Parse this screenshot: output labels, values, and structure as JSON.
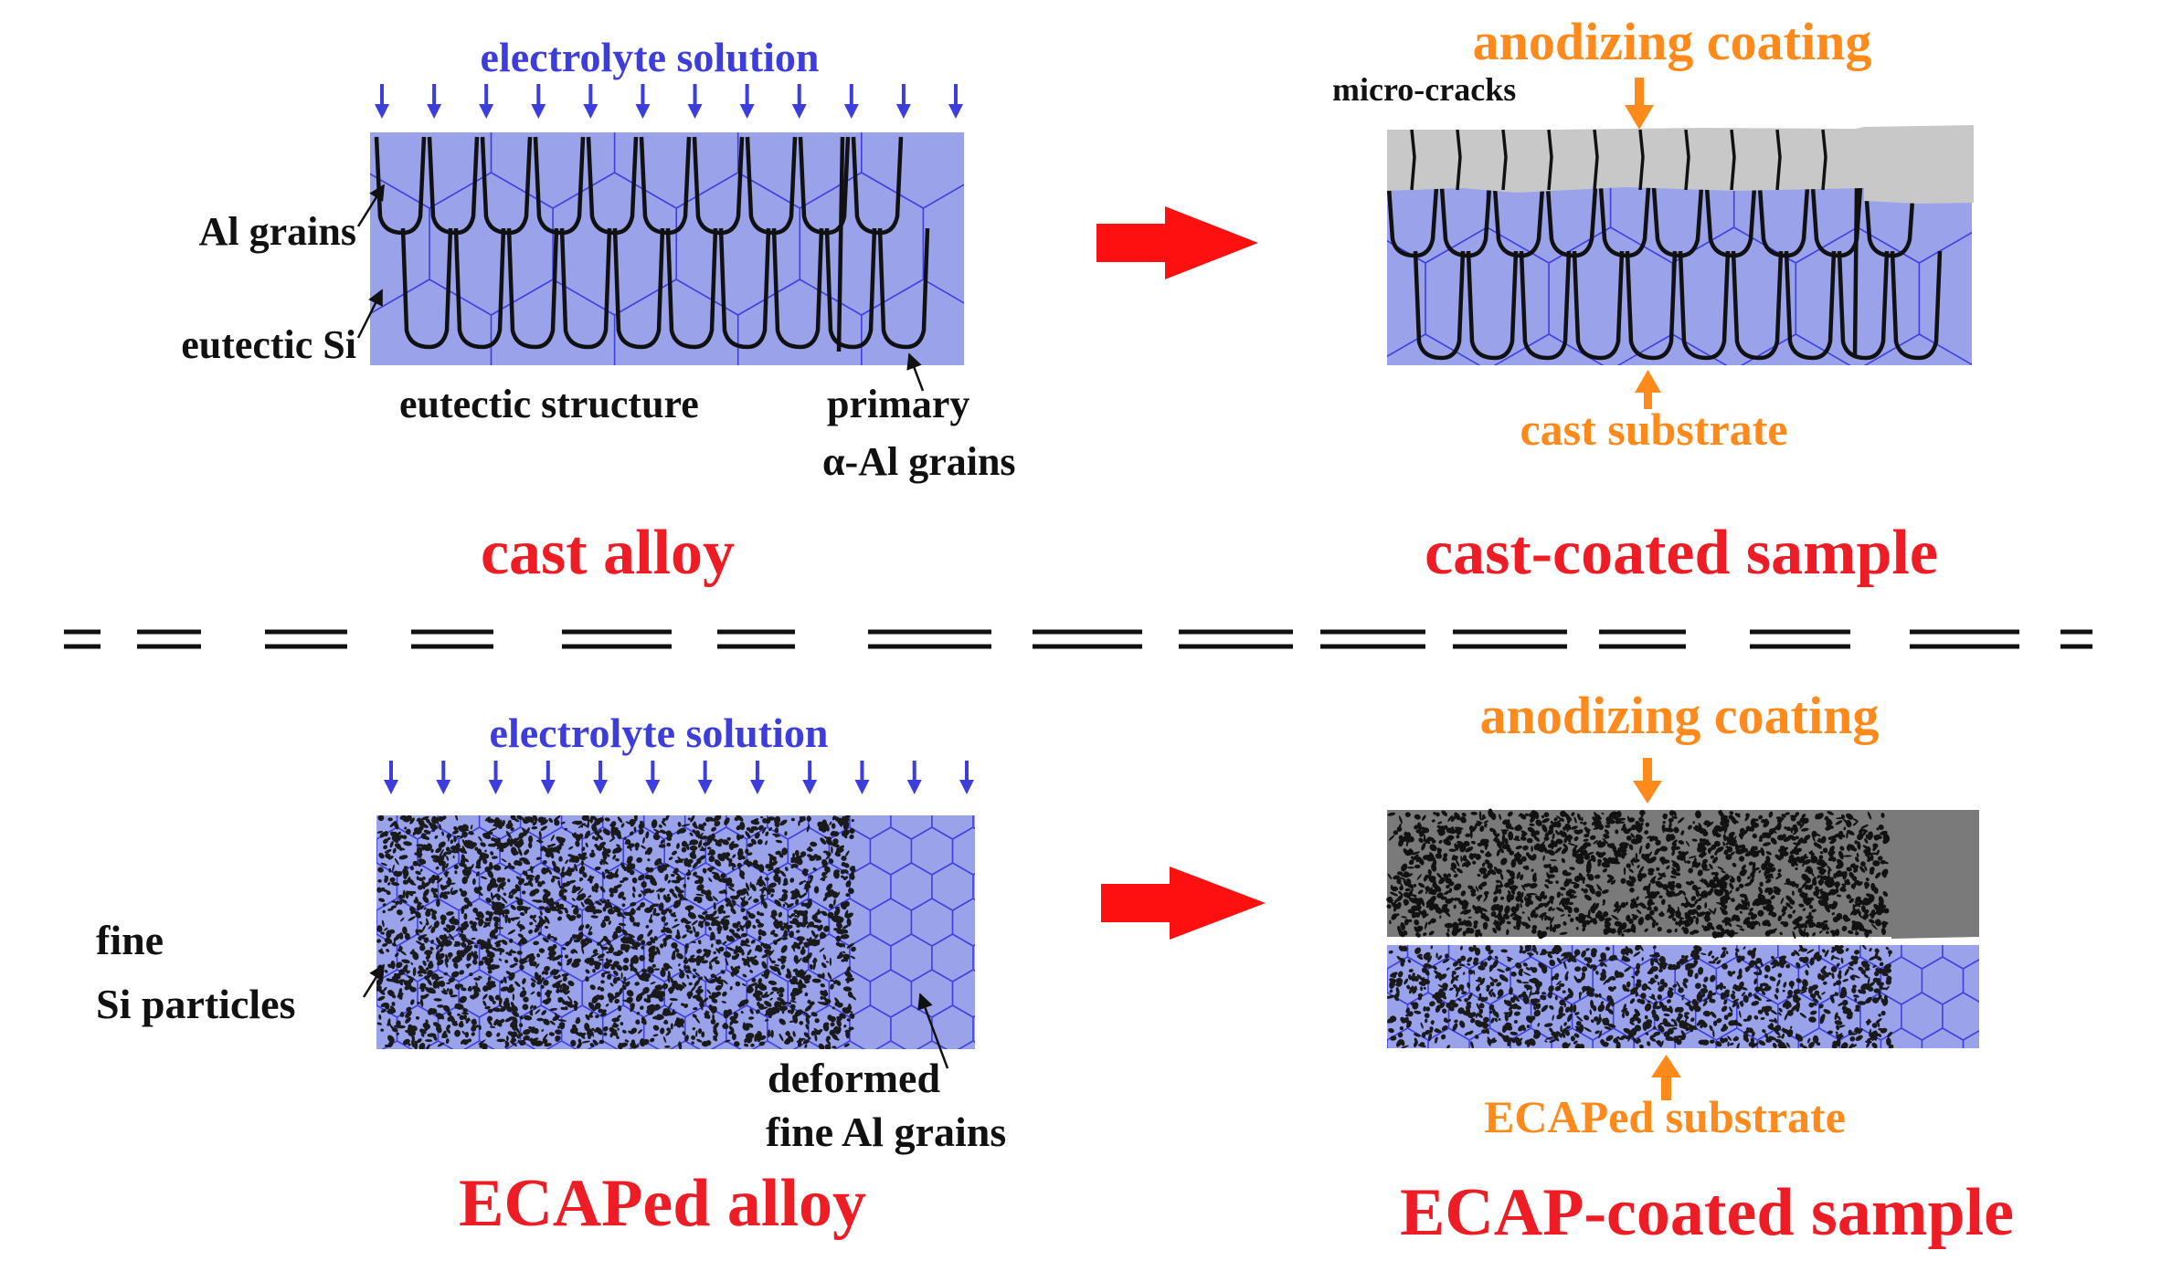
{
  "colors": {
    "electrolyte": "#3d3ddb",
    "substrate_fill": "#9aa3ea",
    "grain_line": "#3f3fe0",
    "boundary": "#111111",
    "coating_cast": "#c8c8c8",
    "coating_ecap": "#7a7a7a",
    "accent_orange": "#ff8a1c",
    "title_red": "#ee1c25",
    "arrow_red": "#ff1010",
    "label_black": "#111111"
  },
  "top": {
    "left": {
      "electrolyte_label": "electrolyte solution",
      "label_al_grains": "Al grains",
      "label_eutectic_si": "eutectic Si",
      "label_eutectic_structure": "eutectic structure",
      "label_primary": "primary",
      "label_alpha_al": "α-Al grains",
      "title": "cast alloy"
    },
    "right": {
      "coating_label": "anodizing coating",
      "cracks_label": "micro-cracks",
      "substrate_label": "cast substrate",
      "title": "cast-coated sample"
    }
  },
  "bottom": {
    "left": {
      "electrolyte_label": "electrolyte solution",
      "label_fine": "fine",
      "label_si_particles": "Si particles",
      "label_deformed": "deformed",
      "label_fine_al_grains": "fine Al grains",
      "title": "ECAPed alloy"
    },
    "right": {
      "coating_label": "anodizing coating",
      "substrate_label": "ECAPed substrate",
      "title": "ECAP-coated sample"
    }
  },
  "icons": {
    "process_arrow": "right-arrow-icon",
    "electrolyte_arrow": "down-arrow-icon",
    "divider": "double-dash-divider"
  }
}
